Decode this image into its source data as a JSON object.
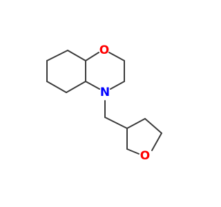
{
  "molecule": {
    "atoms": {
      "O1": {
        "label": "O",
        "color": "#ff0000"
      },
      "N4": {
        "label": "N",
        "color": "#0000ff"
      },
      "O_thf": {
        "label": "O",
        "color": "#ff0000"
      }
    },
    "bond_color": "#3a3a3a"
  }
}
